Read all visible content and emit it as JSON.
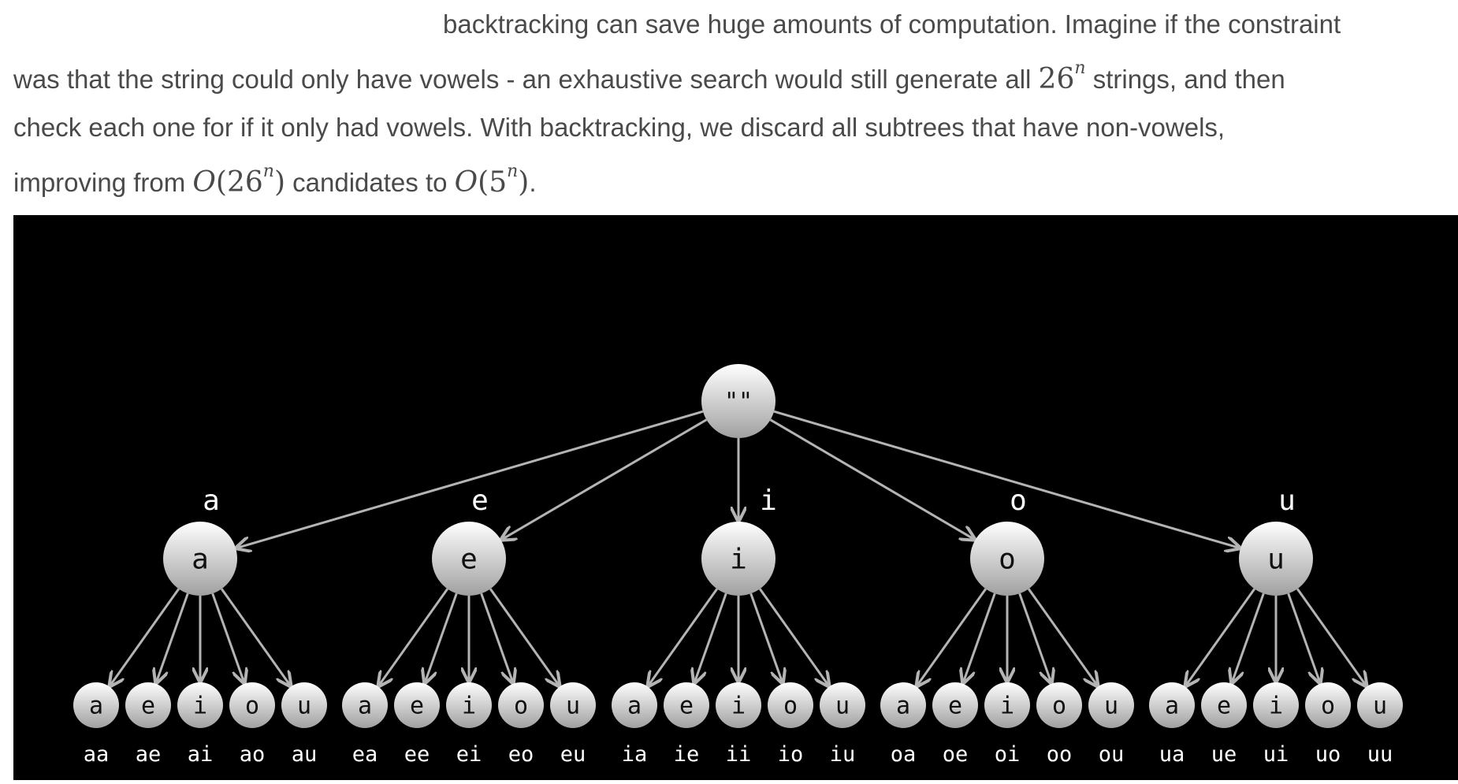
{
  "text": {
    "line1": "backtracking can save huge amounts of computation. Imagine if the constraint",
    "line2_before": "was that the string could only have vowels - an exhaustive search would still generate all ",
    "line2_math_base": "26",
    "line2_math_exp": "n",
    "line2_after": " strings, and then",
    "line3": "check each one for if it only had vowels. With backtracking, we discard all subtrees that have non-vowels,",
    "line4_before": "improving from ",
    "line4_math1_O": "O",
    "line4_math1_base": "26",
    "line4_math1_exp": "n",
    "line4_mid": " candidates to ",
    "line4_math2_O": "O",
    "line4_math2_base": "5",
    "line4_math2_exp": "n",
    "line4_after": "."
  },
  "tree": {
    "root_label": "\"\"",
    "vowels": [
      "a",
      "e",
      "i",
      "o",
      "u"
    ],
    "leaf_words": [
      [
        "aa",
        "ae",
        "ai",
        "ao",
        "au"
      ],
      [
        "ea",
        "ee",
        "ei",
        "eo",
        "eu"
      ],
      [
        "ia",
        "ie",
        "ii",
        "io",
        "iu"
      ],
      [
        "oa",
        "oe",
        "oi",
        "oo",
        "ou"
      ],
      [
        "ua",
        "ue",
        "ui",
        "uo",
        "uu"
      ]
    ],
    "colors": {
      "background": "#000000",
      "edge": "#b4b4b4",
      "node_top": "#ffffff",
      "node_bottom": "#a0a0a0",
      "label": "#ffffff",
      "node_text": "#111111"
    }
  }
}
